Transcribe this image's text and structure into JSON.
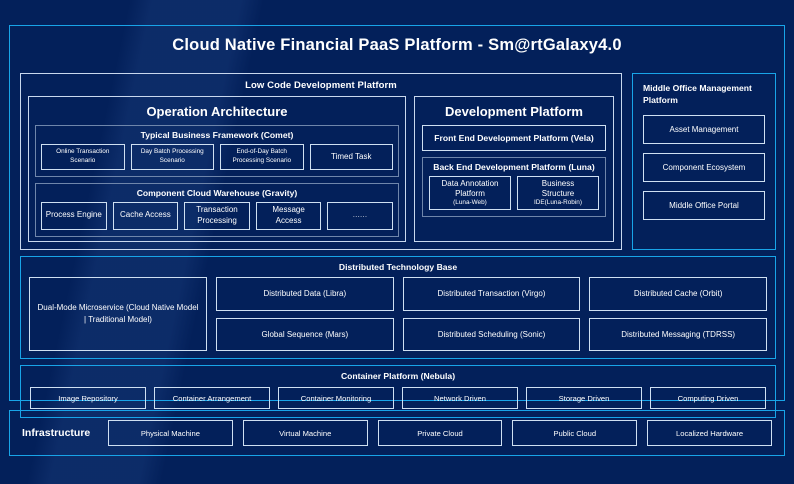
{
  "page": {
    "title": "Cloud Native Financial PaaS Platform - Sm@rtGalaxy4.0",
    "colors": {
      "background": "#03205a",
      "accent_cyan": "#18a4e8",
      "pale_border": "#c9d8ee",
      "steel_border": "#6f86ab",
      "text": "#ffffff"
    }
  },
  "low_code": {
    "title": "Low Code Development Platform",
    "operation": {
      "title": "Operation Architecture",
      "comet": {
        "title": "Typical Business Framework (Comet)",
        "cards": [
          "Online Transaction Scenario",
          "Day Batch Processing Scenario",
          "End-of-Day Batch Processing Scenario",
          "Timed Task"
        ]
      },
      "gravity": {
        "title": "Component Cloud Warehouse (Gravity)",
        "cards": [
          "Process Engine",
          "Cache Access",
          "Transaction Processing",
          "Message Access",
          "......"
        ]
      }
    },
    "development": {
      "title": "Development Platform",
      "front_end": "Front End Development Platform (Vela)",
      "back_end": {
        "title": "Back End Development Platform (Luna)",
        "cards": [
          {
            "line1": "Data Annotation",
            "line2": "Platform",
            "line3": "(Luna-Web)"
          },
          {
            "line1": "Business",
            "line2": "Structure",
            "line3": "IDE(Luna-Robin)"
          }
        ]
      }
    }
  },
  "middle_office": {
    "title": "Middle Office Management Platform",
    "cards": [
      "Asset Management",
      "Component Ecosystem",
      "Middle Office Portal"
    ]
  },
  "distributed_technology_base": {
    "title": "Distributed Technology Base",
    "dual_mode": "Dual-Mode Microservice (Cloud Native Model | Traditional Model)",
    "cards": [
      "Distributed Data (Libra)",
      "Distributed Transaction (Virgo)",
      "Distributed Cache (Orbit)",
      "Global Sequence (Mars)",
      "Distributed Scheduling (Sonic)",
      "Distributed Messaging (TDRSS)"
    ]
  },
  "container_platform": {
    "title": "Container Platform (Nebula)",
    "cards": [
      "Image Repository",
      "Container Arrangement",
      "Container Monitoring",
      "Network Driven",
      "Storage Driven",
      "Computing Driven"
    ]
  },
  "infrastructure": {
    "label": "Infrastructure",
    "cards": [
      "Physical Machine",
      "Virtual Machine",
      "Private Cloud",
      "Public Cloud",
      "Localized Hardware"
    ]
  }
}
